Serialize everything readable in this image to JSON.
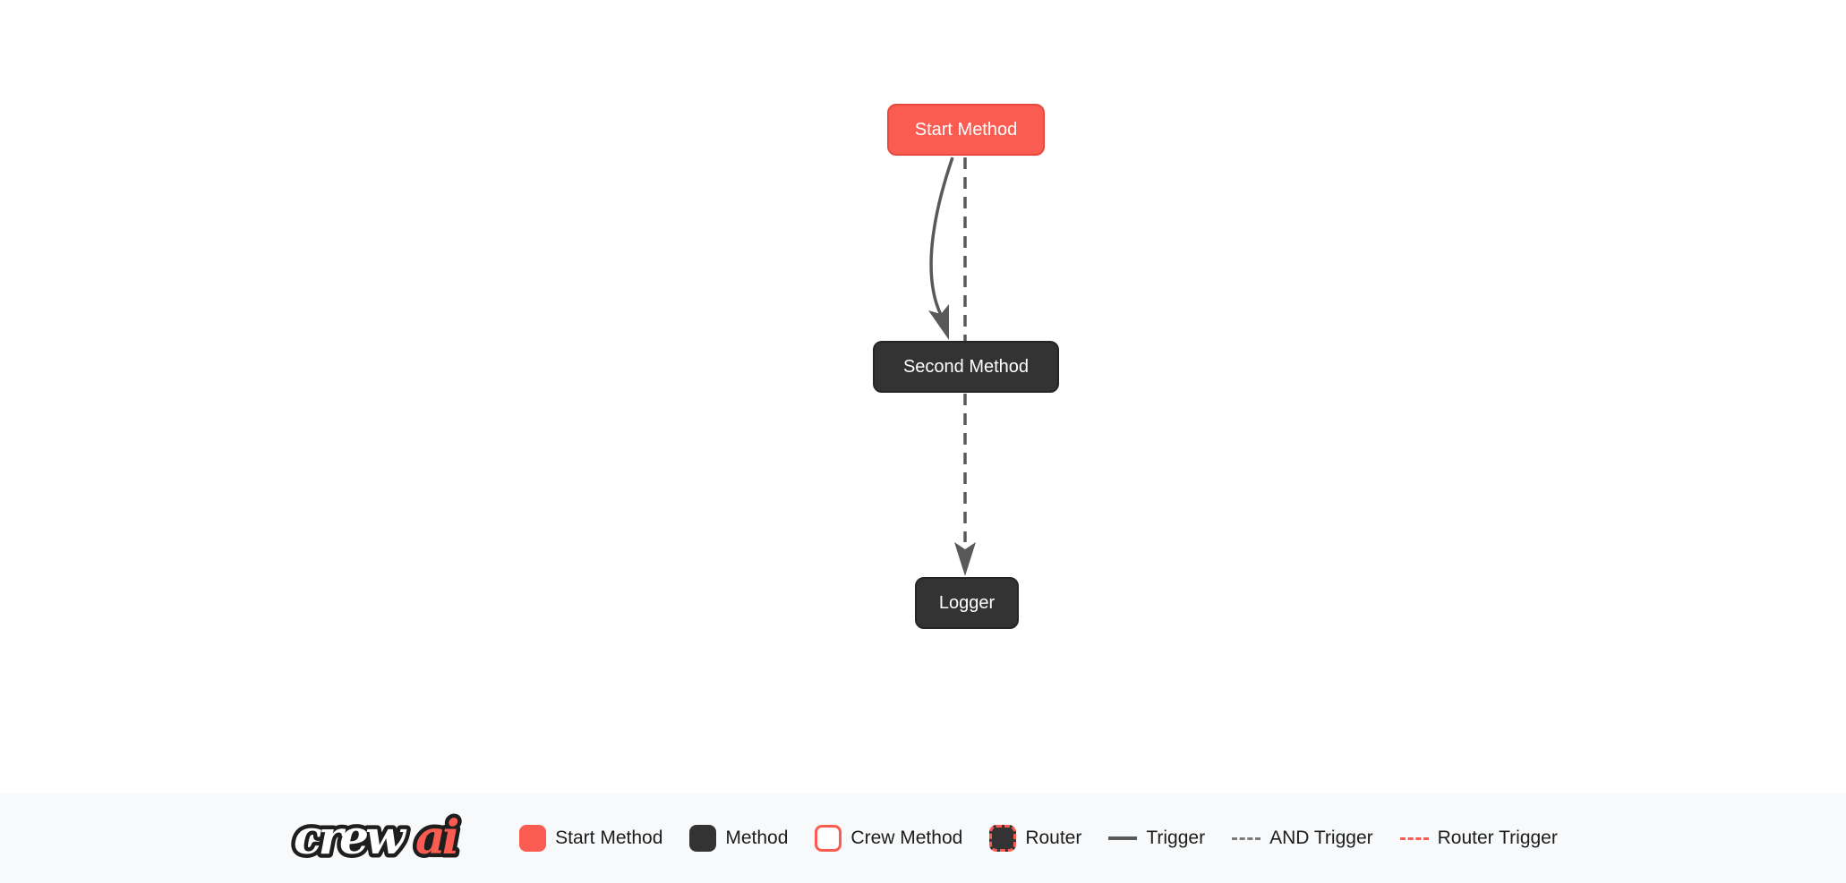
{
  "diagram": {
    "nodes": [
      {
        "id": "start_method",
        "label": "Start Method",
        "type": "start-method"
      },
      {
        "id": "second_method",
        "label": "Second Method",
        "type": "method"
      },
      {
        "id": "logger",
        "label": "Logger",
        "type": "method"
      }
    ],
    "edges": [
      {
        "from": "start_method",
        "to": "second_method",
        "type": "trigger",
        "line": "solid-curved"
      },
      {
        "from": "start_method",
        "to": "logger",
        "type": "and-trigger",
        "line": "dashed"
      }
    ]
  },
  "legend": {
    "logo": {
      "part1": "crew",
      "part2": "ai"
    },
    "items": [
      {
        "label": "Start Method",
        "swatch": "start-square"
      },
      {
        "label": "Method",
        "swatch": "method-square"
      },
      {
        "label": "Crew Method",
        "swatch": "crew-square"
      },
      {
        "label": "Router",
        "swatch": "router-square"
      },
      {
        "label": "Trigger",
        "swatch": "solid-line"
      },
      {
        "label": "AND Trigger",
        "swatch": "gray-dashed-line"
      },
      {
        "label": "Router Trigger",
        "swatch": "red-dashed-line"
      }
    ]
  },
  "colors": {
    "accent_red": "#fa5c51",
    "accent_red_border": "#e8493d",
    "node_dark": "#333333",
    "node_text": "#ffffff",
    "edge_gray": "#595959",
    "legend_bg": "#f8f9fa",
    "canvas_bg": "#ffffff",
    "legend_text": "#1c1c1c"
  }
}
